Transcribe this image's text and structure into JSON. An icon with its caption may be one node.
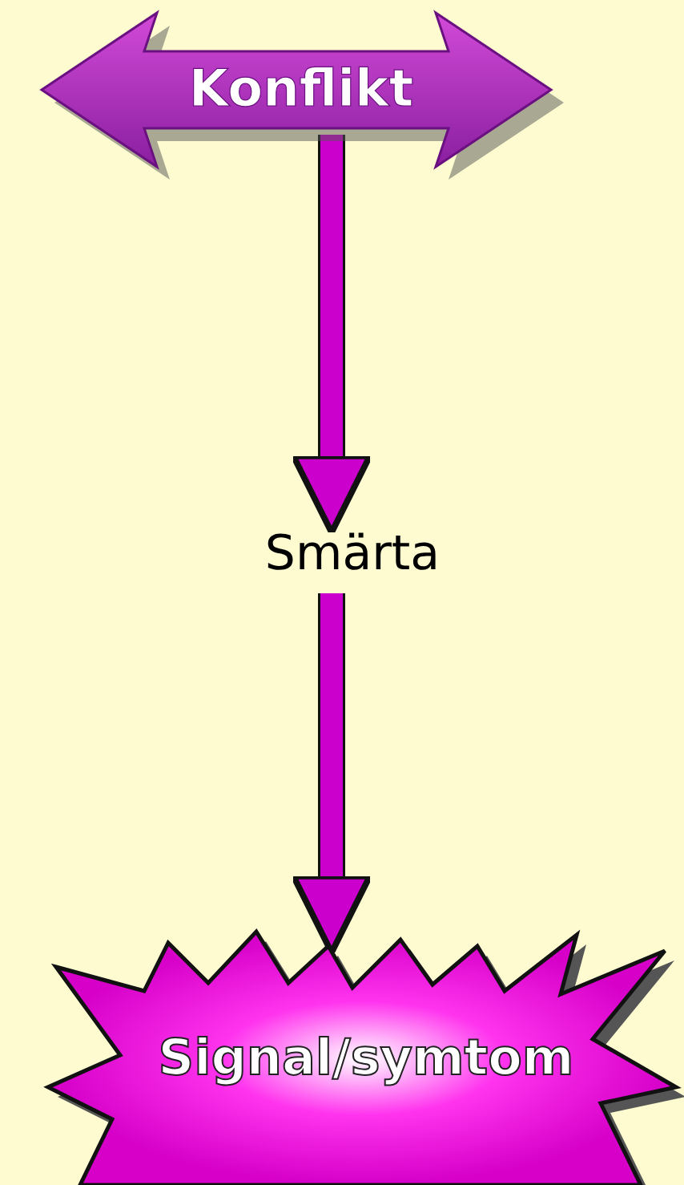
{
  "diagram": {
    "nodes": [
      {
        "text": [
          "Konflikt"
        ]
      },
      {
        "text": [
          "Smärta"
        ]
      },
      {
        "text": [
          "Signal/symtom"
        ]
      }
    ],
    "edges": [
      {
        "from": 0,
        "to": 1,
        "arrow": "to"
      },
      {
        "from": 1,
        "to": 2,
        "arrow": "to"
      }
    ]
  }
}
